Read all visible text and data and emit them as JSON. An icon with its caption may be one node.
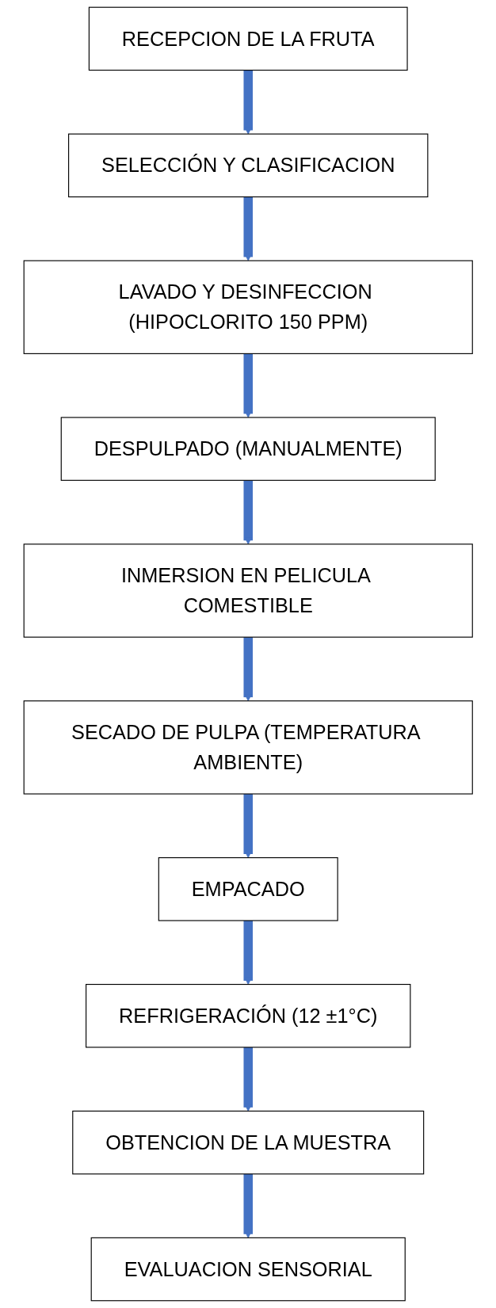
{
  "diagram": {
    "nodes": [
      {
        "text": [
          "RECEPCION DE LA FRUTA"
        ]
      },
      {
        "text": [
          "SELECCIÓN Y CLASIFICACION"
        ]
      },
      {
        "text": [
          "LAVADO Y DESINFECCION (HIPOCLORITO 150 PPM)"
        ]
      },
      {
        "text": [
          "DESPULPADO (MANUALMENTE)"
        ]
      },
      {
        "text": [
          "INMERSION EN PELICULA COMESTIBLE"
        ]
      },
      {
        "text": [
          "SECADO DE PULPA (TEMPERATURA AMBIENTE)"
        ]
      },
      {
        "text": [
          "EMPACADO"
        ]
      },
      {
        "text": [
          "REFRIGERACIÓN (12 ±1°C)"
        ]
      },
      {
        "text": [
          "OBTENCION DE LA MUESTRA"
        ]
      },
      {
        "text": [
          "EVALUACION SENSORIAL"
        ]
      }
    ],
    "edges": [
      {
        "from": 0,
        "to": 1,
        "arrow": "to"
      },
      {
        "from": 1,
        "to": 2,
        "arrow": "to"
      },
      {
        "from": 2,
        "to": 3,
        "arrow": "to"
      },
      {
        "from": 3,
        "to": 4,
        "arrow": "to"
      },
      {
        "from": 4,
        "to": 5,
        "arrow": "to"
      },
      {
        "from": 5,
        "to": 6,
        "arrow": "to"
      },
      {
        "from": 6,
        "to": 7,
        "arrow": "to"
      },
      {
        "from": 7,
        "to": 8,
        "arrow": "to"
      },
      {
        "from": 8,
        "to": 9,
        "arrow": "to"
      }
    ]
  }
}
